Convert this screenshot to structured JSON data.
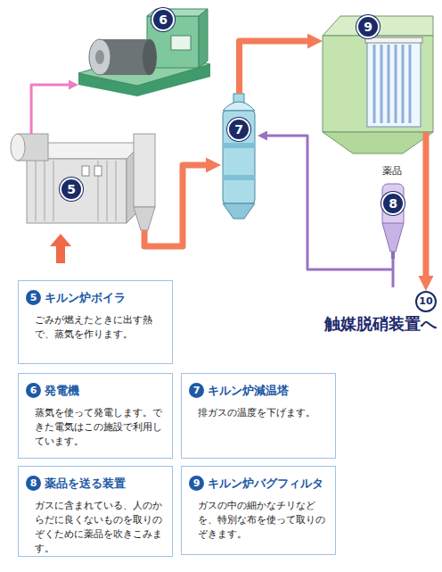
{
  "diagram": {
    "nodes": [
      {
        "text": [
          "6"
        ]
      },
      {
        "text": [
          "9"
        ]
      },
      {
        "text": [
          "7"
        ]
      },
      {
        "text": [
          "8"
        ]
      },
      {
        "text": [
          "5"
        ]
      },
      {
        "text": [
          "10",
          "触媒脱硝装置へ"
        ]
      },
      {
        "text": [
          "5",
          "キルン炉ボイラ",
          "ごみが燃えたときに出す熱で、蒸気を作ります。"
        ]
      },
      {
        "text": [
          "6",
          "発電機",
          "蒸気を使って発電します。できた電気はこの施設で利用しています。"
        ]
      },
      {
        "text": [
          "7",
          "キルン炉減温塔",
          "排ガスの温度を下げます。"
        ]
      },
      {
        "text": [
          "8",
          "薬品を送る装置",
          "ガスに含まれている、人のからだに良くないものを取りのぞくために薬品を吹きこみます。"
        ]
      },
      {
        "text": [
          "9",
          "キルン炉バグフィルタ",
          "ガスの中の細かなチリなどを、特別な布を使って取りのぞきます。"
        ]
      }
    ],
    "edges": [
      {
        "from": 4,
        "to": 0,
        "arrow": "to"
      },
      {
        "from": 4,
        "to": 2,
        "arrow": "to"
      },
      {
        "from": 2,
        "to": 1,
        "arrow": "to"
      },
      {
        "from": 3,
        "to": 2,
        "arrow": "to"
      },
      {
        "from": 1,
        "to": 5,
        "arrow": "to"
      }
    ],
    "labels": [
      "薬品"
    ]
  }
}
